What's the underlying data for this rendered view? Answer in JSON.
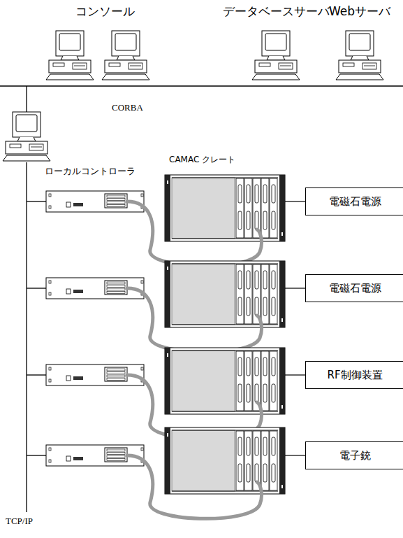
{
  "diagram": {
    "nodes": [
      {
        "text": [
          "電磁石電源"
        ]
      },
      {
        "text": [
          "電磁石電源"
        ]
      },
      {
        "text": [
          "RF制御装置"
        ]
      },
      {
        "text": [
          "電子銃"
        ]
      }
    ],
    "labels": [
      "コンソール",
      "データベースサーバ",
      "Webサーバ",
      "CORBA",
      "ローカルコントローラ",
      "CAMAC クレート",
      "TCP/IP"
    ]
  }
}
